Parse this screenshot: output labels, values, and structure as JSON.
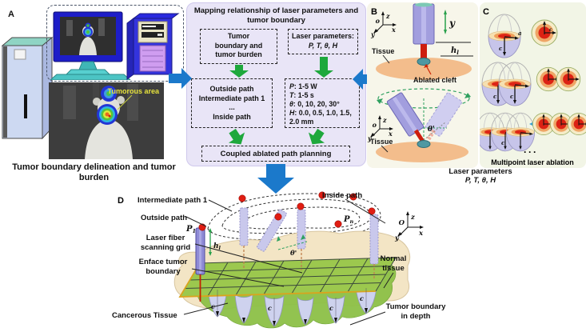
{
  "panelA": {
    "label": "A",
    "tumorous_area": "Tumorous area",
    "caption_lines": [
      "Tumor boundary delineation and tumor",
      "burden"
    ]
  },
  "flowchart": {
    "title_lines": [
      "Mapping relationship of laser parameters and",
      "tumor boundary"
    ],
    "tumor_box_lines": [
      "Tumor",
      "boundary and",
      "tumor burden"
    ],
    "laser_box_title": "Laser parameters:",
    "laser_box_params": "P, T, θ, H",
    "paths_box_lines": [
      "Outside path",
      "Intermediate path 1",
      "...",
      "Inside path"
    ],
    "values_box_lines": [
      {
        "k": "P",
        "v": ": 1-5 W"
      },
      {
        "k": "T",
        "v": ": 1-5 s"
      },
      {
        "k": "θ",
        "v": ": 0, 10, 20, 30°"
      },
      {
        "k": "H",
        "v": ": 0.0, 0.5, 1.0, 1.5, 2.0 mm"
      }
    ],
    "coupled_box": "Coupled ablated path planning"
  },
  "panelB": {
    "label": "B",
    "tissue_top": "Tissue",
    "ablated_cleft": "Ablated cleft",
    "tissue_bottom": "Tissue",
    "y_motion": "y",
    "h": "h",
    "h_sub": "l",
    "theta": "θ'",
    "axes": {
      "o": "o",
      "x": "x",
      "y": "y",
      "z": "z"
    }
  },
  "panelC": {
    "label": "C",
    "a": "a",
    "c": "c",
    "dots": "···",
    "caption": "Multipoint laser ablation"
  },
  "caption_bc": {
    "line1": "Laser parameters",
    "line2": "P, T, θ, H"
  },
  "panelD": {
    "label": "D",
    "intermediate_path": "Intermediate path 1",
    "outside_path": "Outside path",
    "laser_grid_lines": [
      "Laser fiber",
      "scanning grid"
    ],
    "enface_lines": [
      "Enface tumor",
      "boundary"
    ],
    "cancerous": "Cancerous Tissue",
    "inside_path": "Inside path",
    "normal_lines": [
      "Normal",
      "tissue"
    ],
    "depth_lines": [
      "Tumor boundary",
      "in depth"
    ],
    "p": "P",
    "p1_sub": "1",
    "pn_sub": "n",
    "h": "h",
    "h_sub": "l",
    "theta": "θ'",
    "c": "c",
    "axes": {
      "o": "O",
      "x": "x",
      "y": "y",
      "z": "z"
    }
  },
  "colors": {
    "accent_blue": "#1b79cb",
    "accent_green": "#1ea83c",
    "flow_bg": "#e9e5f7",
    "panel_b_bg": "#f7f6ea",
    "panel_c_bg": "#f2f5e6",
    "tissue_orange": "#f3bd8c",
    "fiber_purple": "#8f8bd6",
    "laser_red": "#cd1d0e",
    "grid_green": "#9cc84e",
    "dot_red": "#e01d12"
  }
}
